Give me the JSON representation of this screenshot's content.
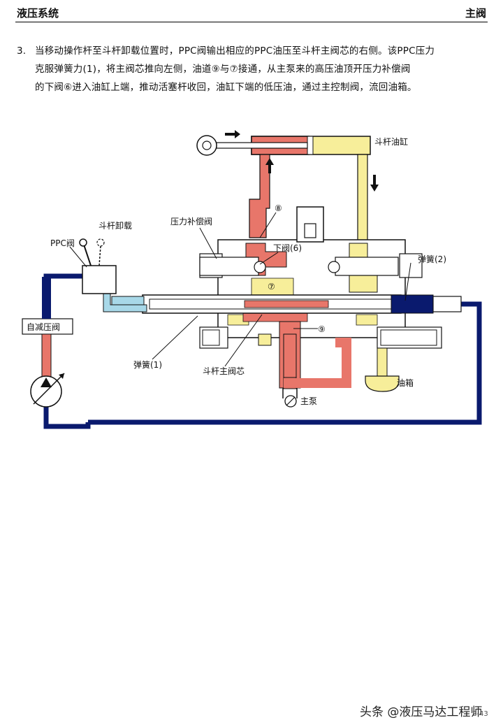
{
  "header": {
    "left": "液压系统",
    "right": "主阀"
  },
  "paragraph": {
    "number": "3.",
    "lines": [
      "当移动操作杆至斗杆卸载位置时，PPC阀输出相应的PPC油压至斗杆主阀芯的右侧。该PPC压力",
      "克服弹簧力(1)，将主阀芯推向左侧，油道⑨与⑦接通，从主泵来的高压油顶开压力补偿阀",
      "的下阀⑥进入油缸上端，推动活塞杆收回，油缸下端的低压油，通过主控制阀，流回油箱。"
    ]
  },
  "diagram": {
    "labels": {
      "cylinder": "斗杆油缸",
      "ppc_valve": "PPC阀",
      "dump": "斗杆卸载",
      "comp_valve": "压力补偿阀",
      "mark8": "⑧",
      "lower_valve": "下阀(6)",
      "mark7": "⑦",
      "spring2": "弹簧(2)",
      "reducer": "自减压阀",
      "spring1": "弹簧(1)",
      "spool": "斗杆主阀芯",
      "mark9": "⑨",
      "tank": "油箱",
      "pump": "主泵"
    },
    "colors": {
      "high_pressure": "#E8766A",
      "low_pressure": "#F7EE9A",
      "pilot": "#A8D8E8",
      "drain": "#0A1A6E",
      "valve_body": "#FFFFFF",
      "outline": "#111111"
    }
  },
  "footer": {
    "watermark": "头条 @液压马达工程师",
    "page": "2-43"
  }
}
